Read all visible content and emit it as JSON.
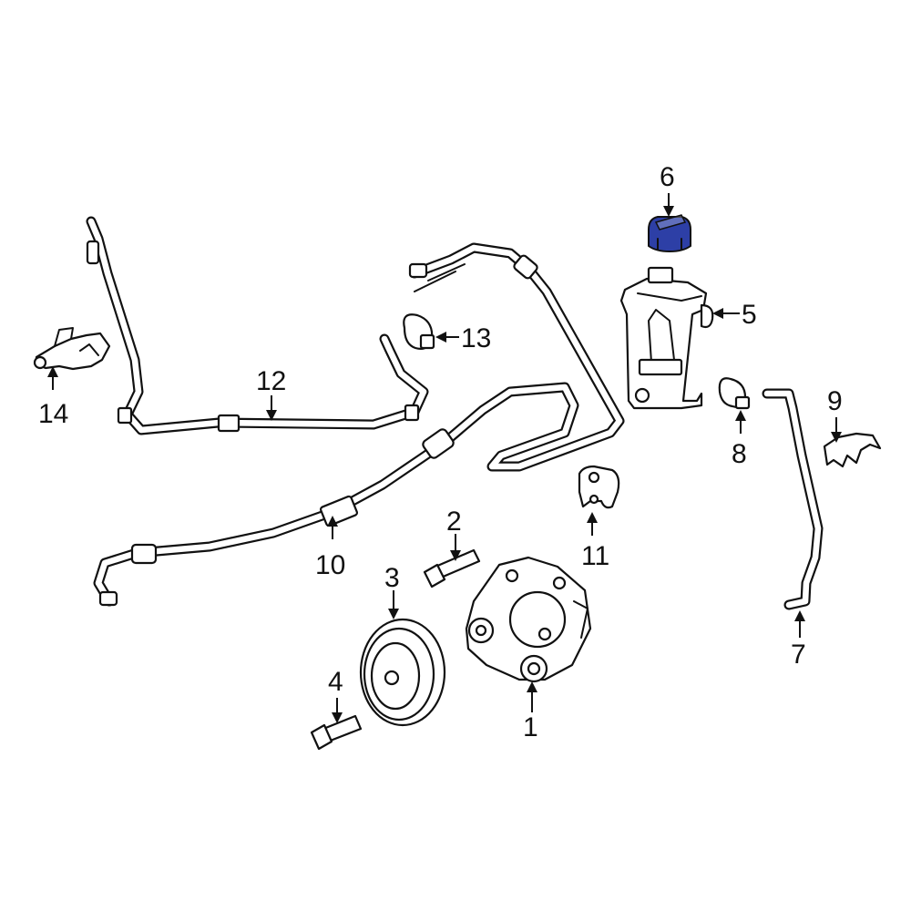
{
  "diagram": {
    "highlight_color": "#2d3fa6",
    "line_color": "#111111",
    "callouts": [
      {
        "id": "1",
        "text": "1"
      },
      {
        "id": "2",
        "text": "2"
      },
      {
        "id": "3",
        "text": "3"
      },
      {
        "id": "4",
        "text": "4"
      },
      {
        "id": "5",
        "text": "5"
      },
      {
        "id": "6",
        "text": "6"
      },
      {
        "id": "7",
        "text": "7"
      },
      {
        "id": "8",
        "text": "8"
      },
      {
        "id": "9",
        "text": "9"
      },
      {
        "id": "10",
        "text": "10"
      },
      {
        "id": "11",
        "text": "11"
      },
      {
        "id": "12",
        "text": "12"
      },
      {
        "id": "13",
        "text": "13"
      },
      {
        "id": "14",
        "text": "14"
      }
    ],
    "highlighted_part": "6"
  }
}
